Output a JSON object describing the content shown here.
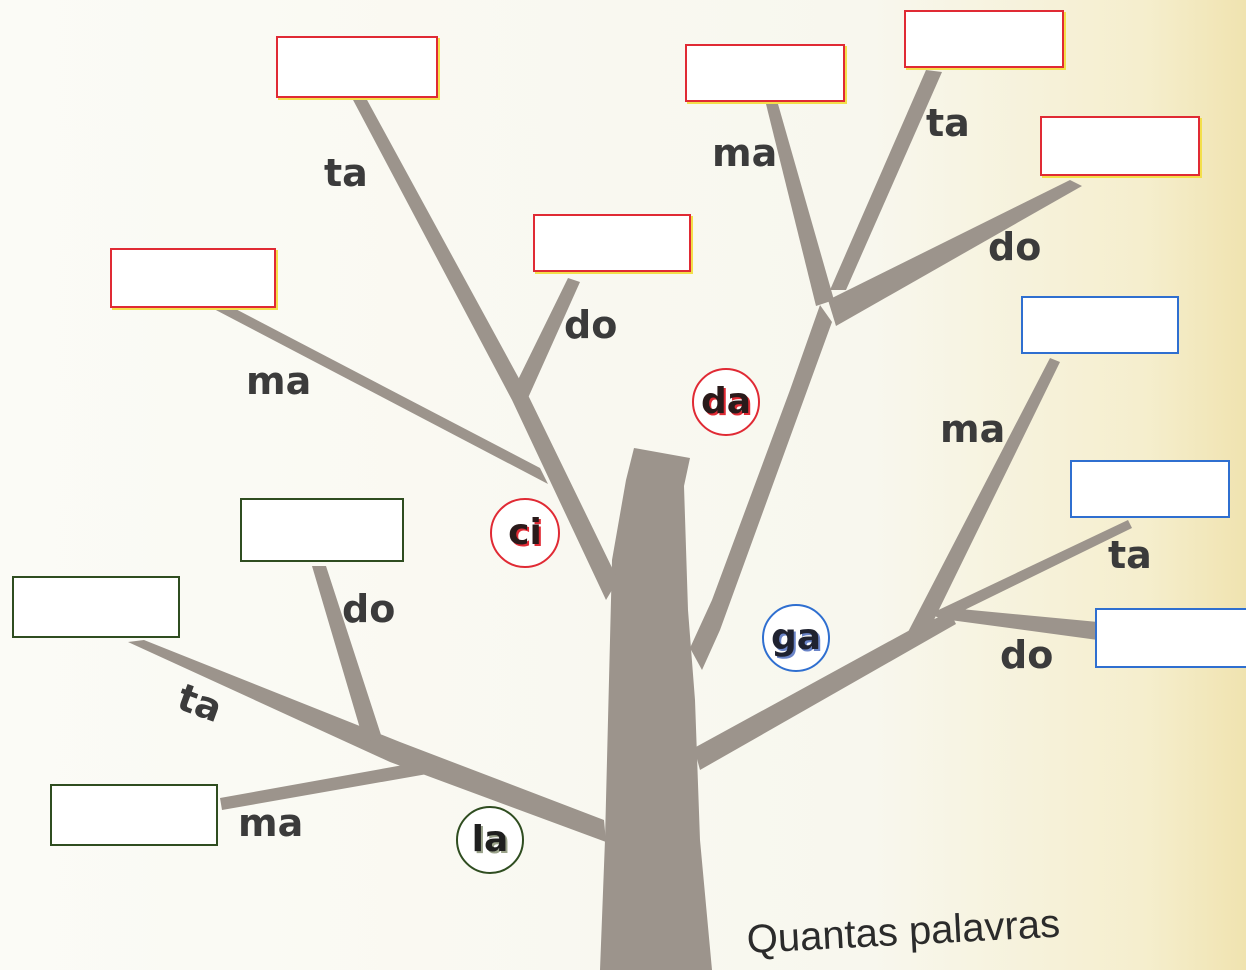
{
  "centers": {
    "ci": "ci",
    "da": "da",
    "ga": "ga",
    "la": "la"
  },
  "syllables": {
    "ci_ta": "ta",
    "ci_do": "do",
    "ci_ma": "ma",
    "da_ma": "ma",
    "da_ta": "ta",
    "da_do": "do",
    "ga_ma": "ma",
    "ga_ta": "ta",
    "ga_do": "do",
    "la_do": "do",
    "la_ta": "ta",
    "la_ma": "ma"
  },
  "boxes": {
    "ci_ta": "",
    "ci_do": "",
    "ci_ma": "",
    "da_ma": "",
    "da_ta": "",
    "da_do": "",
    "ga_ma": "",
    "ga_ta": "",
    "ga_do": "",
    "la_do": "",
    "la_ta": "",
    "la_ma": ""
  },
  "question": "Quantas palavras",
  "colors": {
    "branch": "#9c948c",
    "red_group": "#e02a34",
    "blue_group": "#2f6fd0",
    "green_group": "#2f4d20"
  }
}
